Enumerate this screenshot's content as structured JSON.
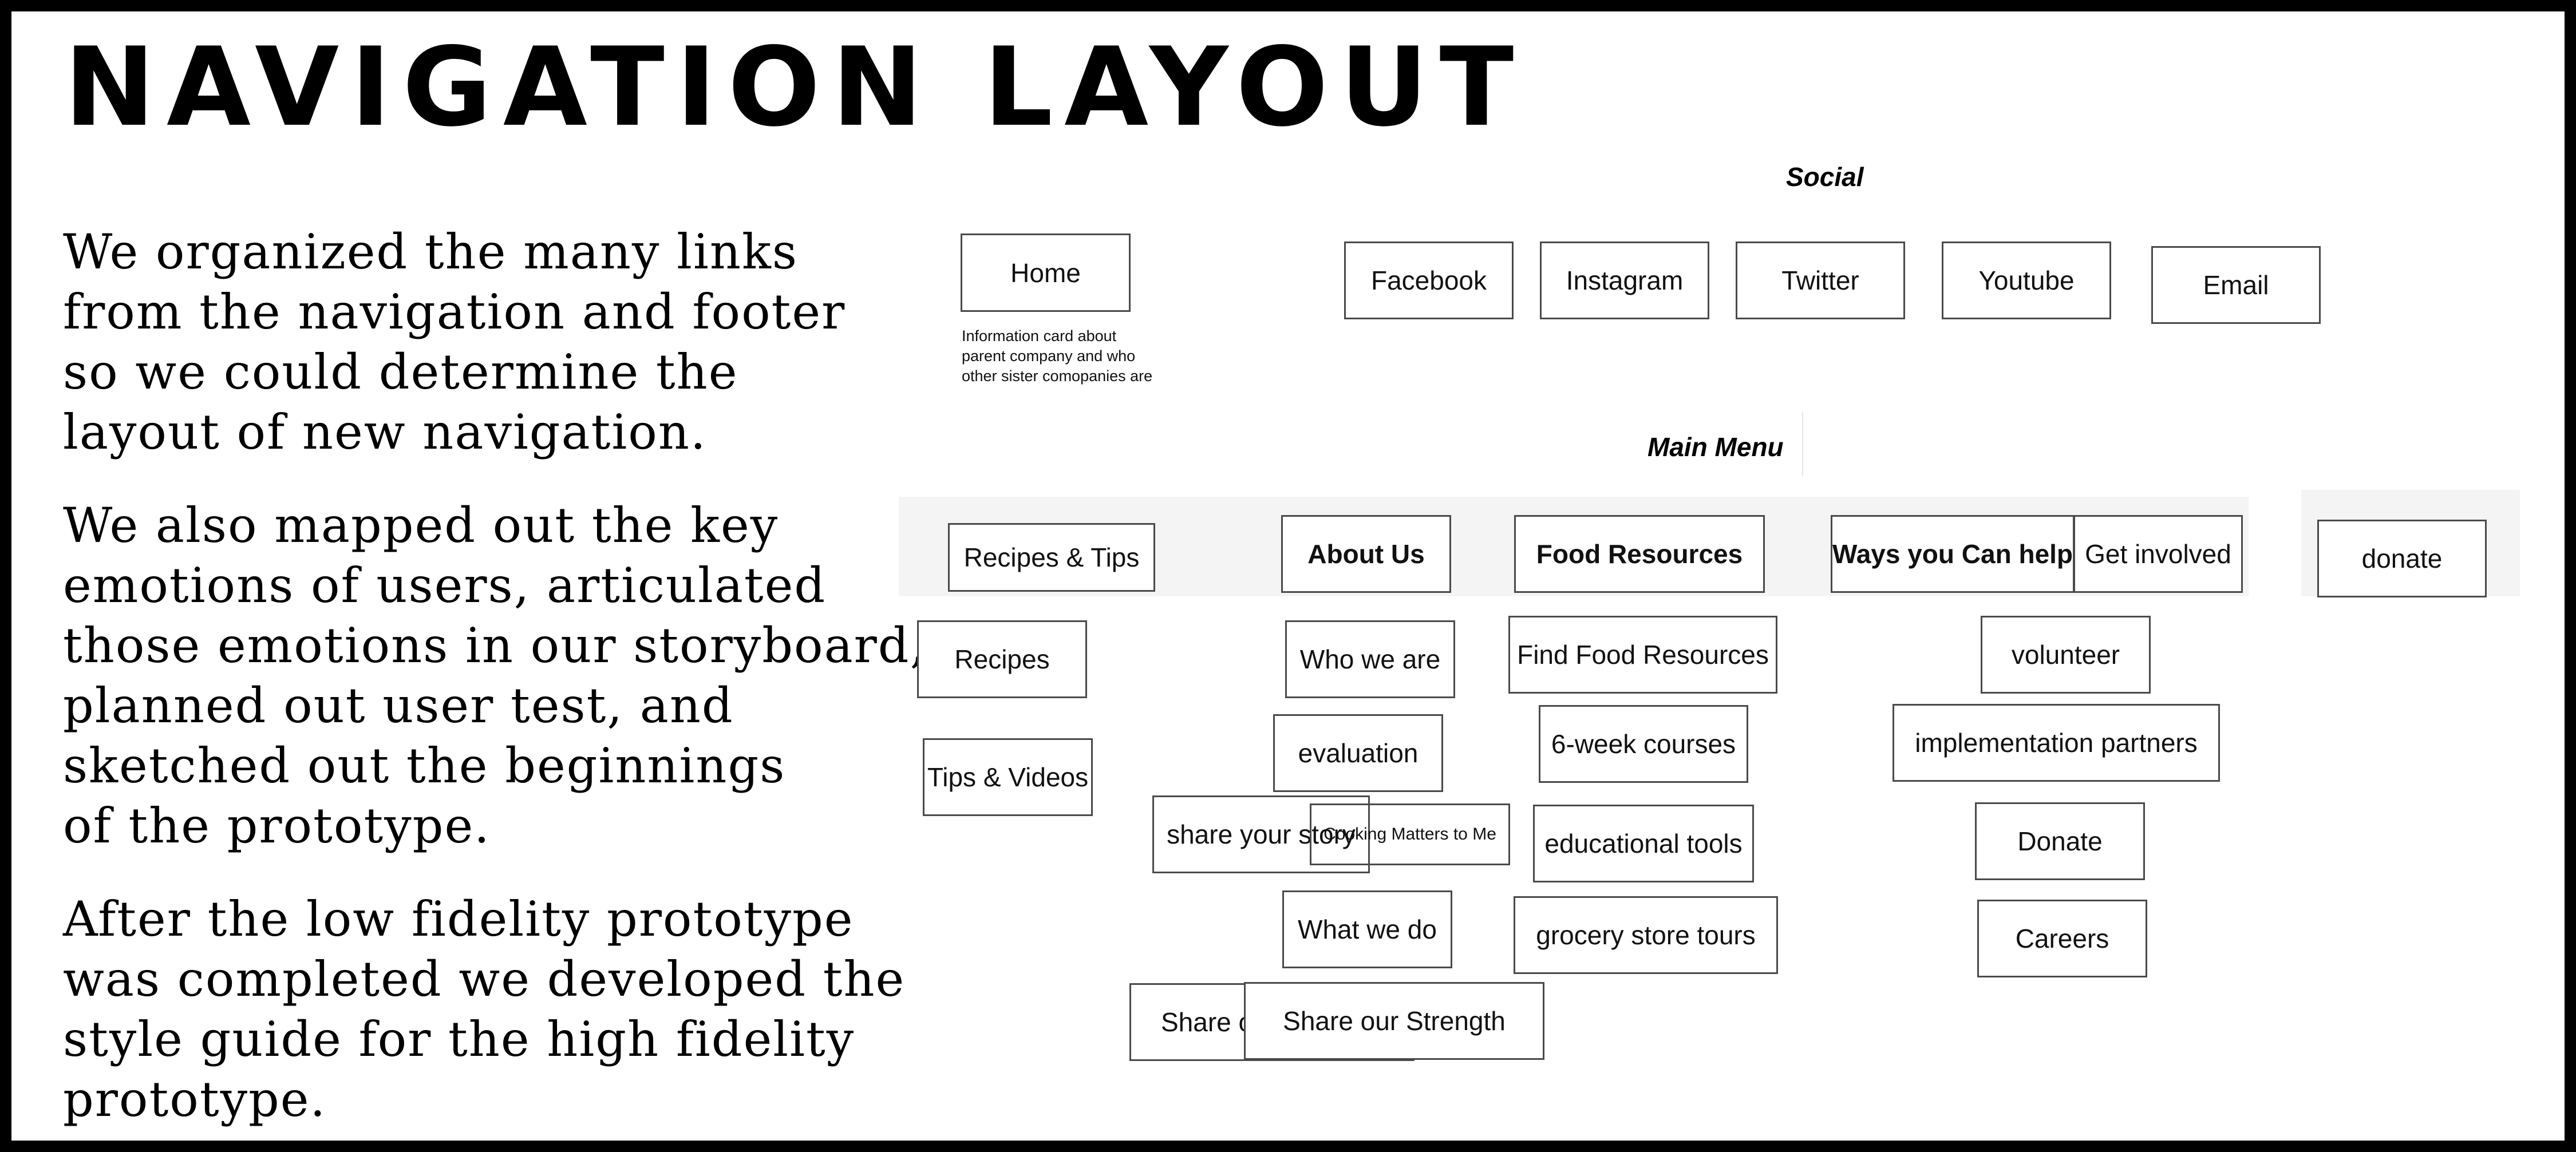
{
  "title": "NAVIGATION LAYOUT",
  "description": {
    "p1": [
      "We organized the many links",
      "from the navigation and footer",
      "so we could determine the",
      "layout of new navigation."
    ],
    "p2": [
      "We also mapped out the key",
      "emotions of users, articulated",
      "those emotions in our storyboard,",
      "planned out user test, and",
      "sketched out the beginnings",
      "of the prototype."
    ],
    "p3": [
      "After the low fidelity prototype",
      "was completed we developed the",
      "style guide for the high fidelity",
      "prototype."
    ]
  },
  "diagram": {
    "home": {
      "label": "Home",
      "note": "Information card about parent company and who other sister comopanies are"
    },
    "social": {
      "heading": "Social",
      "items": [
        "Facebook",
        "Instagram",
        "Twitter",
        "Youtube",
        "Email"
      ]
    },
    "main_menu": {
      "heading": "Main Menu",
      "recipes_tips": {
        "label": "Recipes & Tips",
        "children": [
          "Recipes",
          "Tips & Videos"
        ]
      },
      "about_us": {
        "label": "About Us",
        "children": [
          "Who we are",
          "evaluation",
          "share your story",
          "Cooking Matters to Me",
          "What we do",
          "Share o",
          "Share our Strength"
        ]
      },
      "food_resources": {
        "label": "Food Resources",
        "children": [
          "Find Food Resources",
          "6-week courses",
          "educational tools",
          "grocery store tours"
        ]
      },
      "ways_help": {
        "label": "Ways you Can help",
        "extra": "Get involved",
        "children": [
          "volunteer",
          "implementation partners",
          "Donate",
          "Careers"
        ]
      },
      "donate": "donate"
    }
  }
}
